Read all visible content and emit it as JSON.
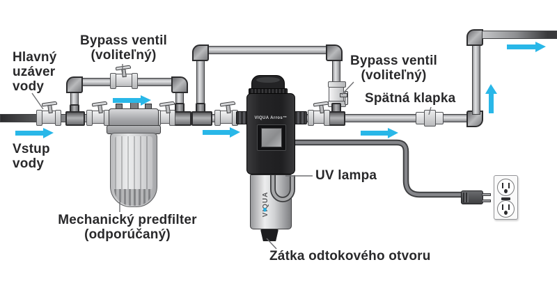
{
  "labels": {
    "main_shutoff": {
      "line1": "Hlavný",
      "line2": "uzáver",
      "line3": "vody"
    },
    "bypass_left": {
      "line1": "Bypass ventil",
      "line2": "(voliteľný)"
    },
    "water_inlet": {
      "line1": "Vstup",
      "line2": "vody"
    },
    "prefilter": {
      "line1": "Mechanický predfilter",
      "line2": "(odporúčaný)"
    },
    "bypass_right": {
      "line1": "Bypass ventil",
      "line2": "(voliteľný)"
    },
    "check_valve": {
      "text": "Spätná klapka"
    },
    "uv_lamp": {
      "text": "UV lampa"
    },
    "drain_plug": {
      "text": "Zátka odtokového otvoru"
    }
  },
  "device": {
    "brand": "VIQUA Arros™",
    "chamber_logo": "VIQUA"
  },
  "icons": {
    "flow_arrow": "cyan right/up arrow showing water flow",
    "power_plug": "3-prong power plug",
    "power_outlet": "duplex wall outlet",
    "droplet_logo": "blue water droplet"
  },
  "colors": {
    "flow_arrow": "#29b7e8",
    "label_text": "#29292b",
    "pipe_gray": "#c5c6c8",
    "device_black": "#232325"
  }
}
